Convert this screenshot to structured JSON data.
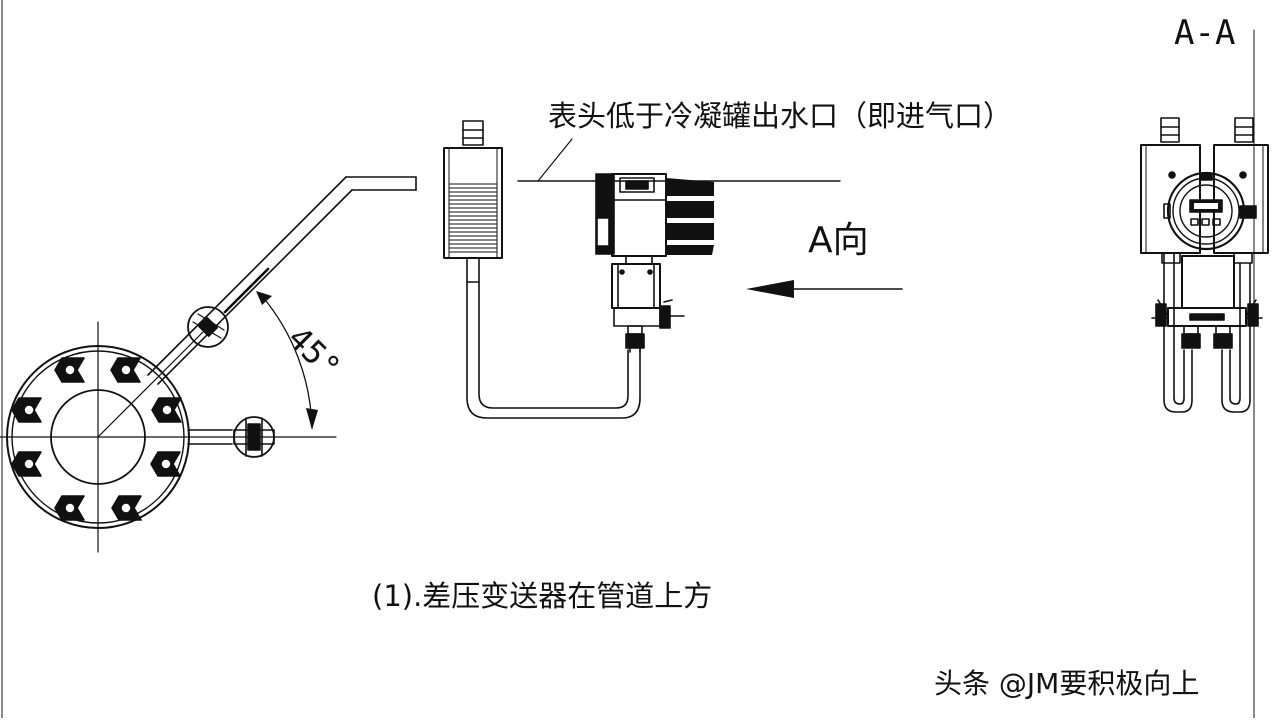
{
  "section_label": "A-A",
  "leader_note": "表头低于冷凝罐出水口（即进气口）",
  "view_direction_label": "A向",
  "angle_label": "45°",
  "caption": "(1).差压变送器在管道上方",
  "watermark": "头条 @JM要积极向上",
  "colors": {
    "line": "#111111",
    "background": "#ffffff"
  }
}
